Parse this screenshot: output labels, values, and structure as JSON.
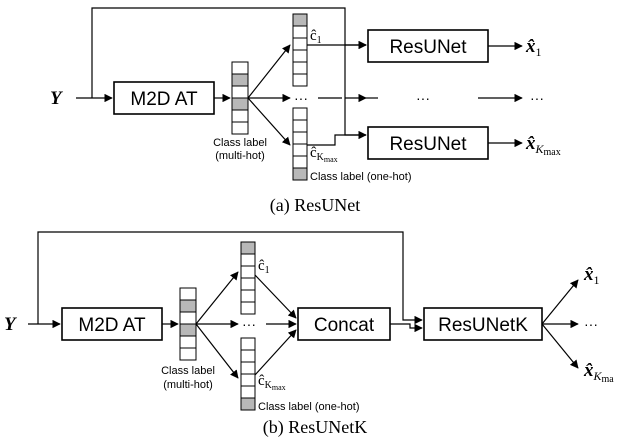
{
  "panel_a": {
    "input": "Y",
    "m2d": "M2D AT",
    "multi_hot_line1": "Class label",
    "multi_hot_line2": "(multi-hot)",
    "c1": "ĉ",
    "c1_sub": "1",
    "ck": "ĉ",
    "ck_sub": "K",
    "ck_subsub": "max",
    "one_hot": "Class label (one-hot)",
    "resunet_top": "ResUNet",
    "resunet_bottom": "ResUNet",
    "dots": "···",
    "out1": "x̂",
    "out1_sub": "1",
    "outk": "x̂",
    "outk_sub": "K",
    "outk_subsub": "max",
    "caption": "(a) ResUNet"
  },
  "panel_b": {
    "input": "Y",
    "m2d": "M2D AT",
    "multi_hot_line1": "Class label",
    "multi_hot_line2": "(multi-hot)",
    "c1": "ĉ",
    "c1_sub": "1",
    "ck": "ĉ",
    "ck_sub": "K",
    "ck_subsub": "max",
    "one_hot": "Class label (one-hot)",
    "concat": "Concat",
    "resunetk": "ResUNetK",
    "dots": "···",
    "out1": "x̂",
    "out1_sub": "1",
    "outk": "x̂",
    "outk_sub": "K",
    "outk_subsub": "ma",
    "caption": "(b) ResUNetK"
  }
}
